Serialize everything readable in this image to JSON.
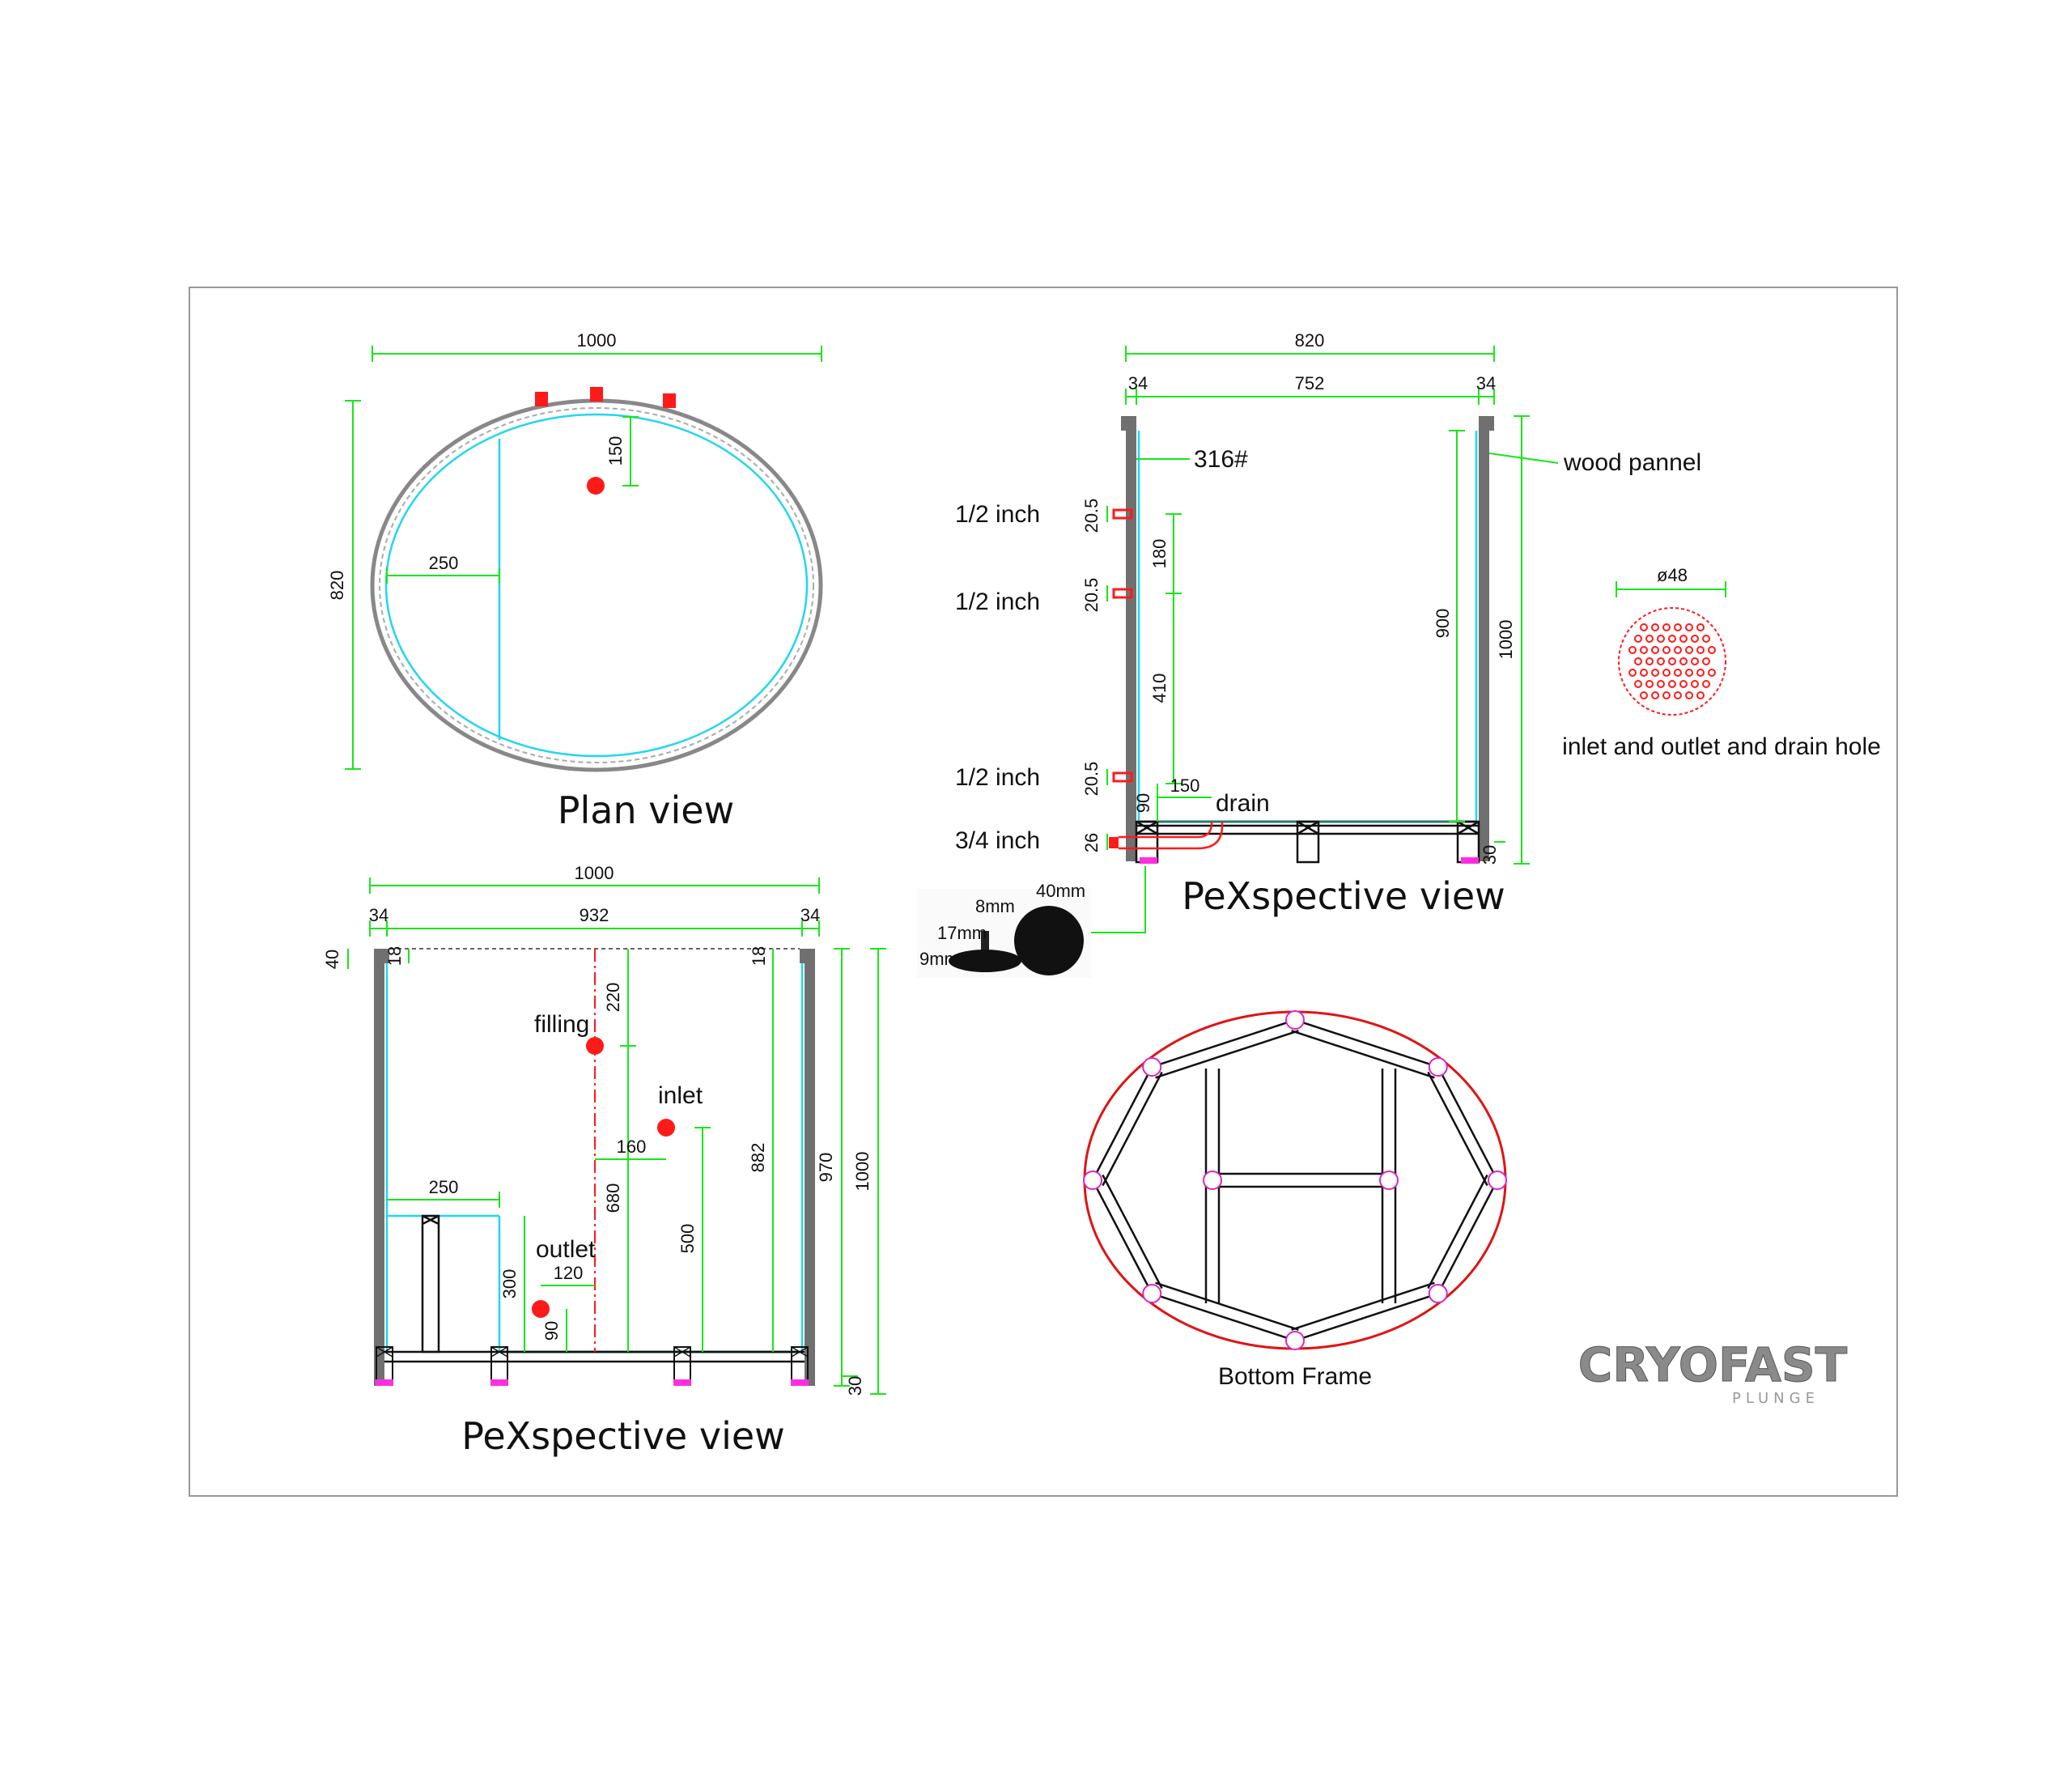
{
  "views": {
    "plan": {
      "title": "Plan view",
      "dims": {
        "width": "1000",
        "height": "820",
        "to_filling": "150",
        "seat": "250"
      }
    },
    "side": {
      "title": "PeXspective view",
      "dims": {
        "overall": "820",
        "left_wall": "34",
        "inner": "752",
        "right_wall": "34",
        "p1": "20.5",
        "p2": "20.5",
        "p3": "20.5",
        "p4": "26",
        "gap1": "180",
        "gap2": "410",
        "drain_h": "90",
        "drain_w": "150",
        "inner_h": "900",
        "total_h": "1000",
        "base": "30"
      },
      "labels": {
        "steel": "316#",
        "wood": "wood pannel",
        "pipe1": "1/2 inch",
        "pipe2": "1/2 inch",
        "pipe3": "1/2 inch",
        "pipe4": "3/4 inch",
        "drain": "drain"
      }
    },
    "front": {
      "title": "PeXspective view",
      "dims": {
        "overall": "1000",
        "left_wall": "34",
        "inner": "932",
        "right_wall": "34",
        "rim": "40",
        "rim_l": "18",
        "rim_r": "18",
        "filling_top": "220",
        "filling_h": "680",
        "inlet_off": "160",
        "inlet_h": "500",
        "outlet_off": "120",
        "outlet_h": "90",
        "seat_w": "250",
        "seat_h": "300",
        "inner_h": "882",
        "outer_h": "970",
        "total_h": "1000",
        "base": "30"
      },
      "labels": {
        "filling": "filling",
        "inlet": "inlet",
        "outlet": "outlet"
      }
    },
    "hole": {
      "diameter": "ø48",
      "caption": "inlet and outlet and drain hole"
    },
    "foot": {
      "d8": "8mm",
      "d17": "17mm",
      "d9": "9mm",
      "d40": "40mm"
    },
    "frame": {
      "title": "Bottom Frame"
    }
  },
  "logo": {
    "brand": "CRYOFAST",
    "sub": "PLUNGE"
  },
  "colors": {
    "dimension": "#19e619",
    "liner": "#22d6ee",
    "fitting": "#ff1a1a",
    "foot": "#ff2ee0",
    "frame_outline": "#e01414"
  }
}
